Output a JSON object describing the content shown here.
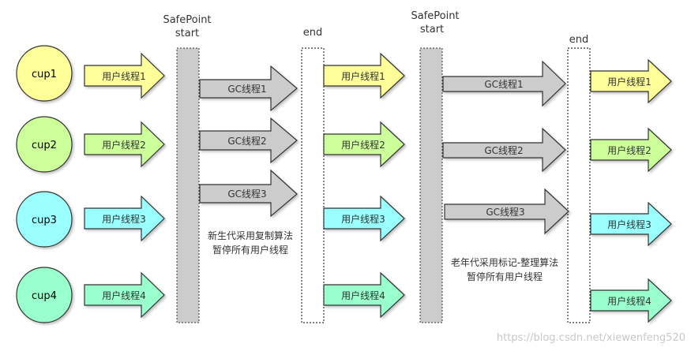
{
  "cpus": [
    {
      "label": "cup1",
      "color": "#ffff99"
    },
    {
      "label": "cup2",
      "color": "#ccff99"
    },
    {
      "label": "cup3",
      "color": "#99ffff"
    },
    {
      "label": "cup4",
      "color": "#99ffcc"
    }
  ],
  "safepoint_1": {
    "line1": "SafePoint",
    "line2": "start"
  },
  "end_1": "end",
  "safepoint_2": {
    "line1": "SafePoint",
    "line2": "start"
  },
  "end_2": "end",
  "user_threads": [
    "用户线程1",
    "用户线程2",
    "用户线程3",
    "用户线程4"
  ],
  "gc_threads": [
    "GC线程1",
    "GC线程2",
    "GC线程3"
  ],
  "young_gen_note": {
    "line1": "新生代采用复制算法",
    "line2": "暂停所有用户线程"
  },
  "old_gen_note": {
    "line1": "老年代采用标记-整理算法",
    "line2": "暂停所有用户线程"
  },
  "watermark": "https://blog.csdn.net/xiewenfeng520",
  "colors": {
    "arrow_yellow": "#ffff99",
    "arrow_green": "#ccff99",
    "arrow_cyan": "#99ffff",
    "arrow_mint": "#99ffcc",
    "gc_gray": "#cccccc",
    "stroke": "#333333"
  }
}
